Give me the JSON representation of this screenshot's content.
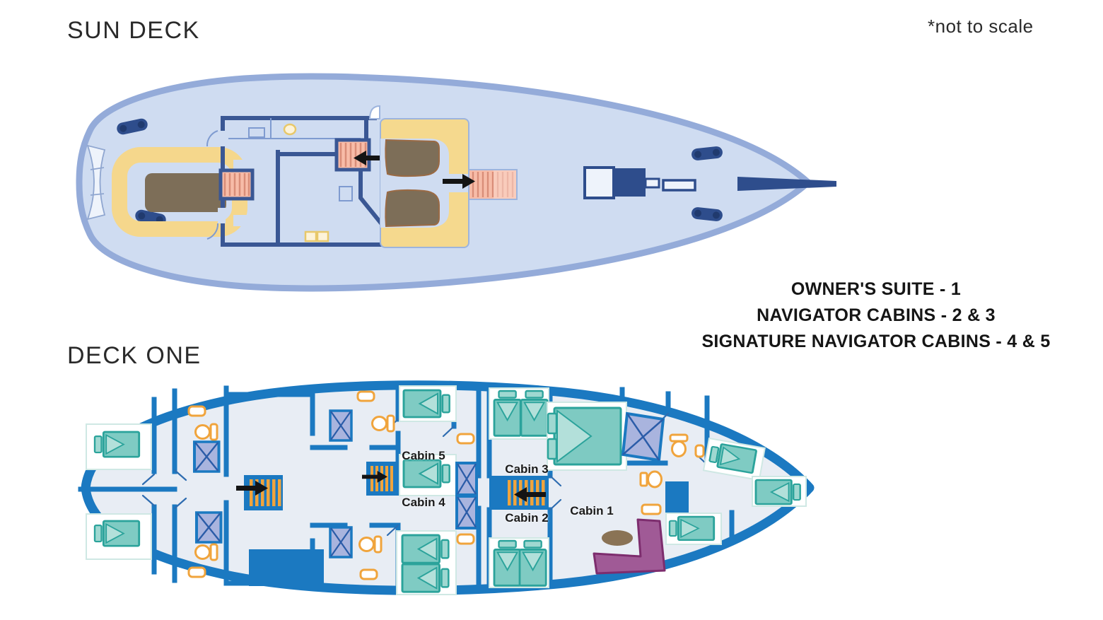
{
  "note": "*not to scale",
  "decks": [
    {
      "id": "sun-deck",
      "title": "SUN DECK"
    },
    {
      "id": "deck-one",
      "title": "DECK ONE"
    }
  ],
  "legend": {
    "lines": [
      "OWNER'S SUITE - 1",
      "NAVIGATOR CABINS - 2 & 3",
      "SIGNATURE NAVIGATOR CABINS - 4 & 5"
    ]
  },
  "cabins": [
    {
      "id": "cabin-1",
      "label": "Cabin 1"
    },
    {
      "id": "cabin-2",
      "label": "Cabin 2"
    },
    {
      "id": "cabin-3",
      "label": "Cabin 3"
    },
    {
      "id": "cabin-4",
      "label": "Cabin 4"
    },
    {
      "id": "cabin-5",
      "label": "Cabin 5"
    }
  ],
  "colors": {
    "sun_hull_fill": "#cfdcf1",
    "sun_hull_stroke": "#94abd9",
    "sun_wall_navy": "#3a5794",
    "salmon_stairs": "#f7bca8",
    "salmon_stripe": "#d98d78",
    "tan_seating": "#f5d78c",
    "cushion_brown": "#7d6e58",
    "deckone_hull_fill": "#e8edf4",
    "deckone_blue": "#1b79c1",
    "bed_teal": "#7fcbc3",
    "bed_teal_stroke": "#2ba39b",
    "shower_lavender": "#a9b4de",
    "fixture_orange": "#f0a43c",
    "sofa_purple": "#a05a96",
    "table_brown": "#8a7355",
    "hardware_navy": "#2e4d8c",
    "arrow_black": "#141414",
    "text": "#1f1f1f"
  }
}
